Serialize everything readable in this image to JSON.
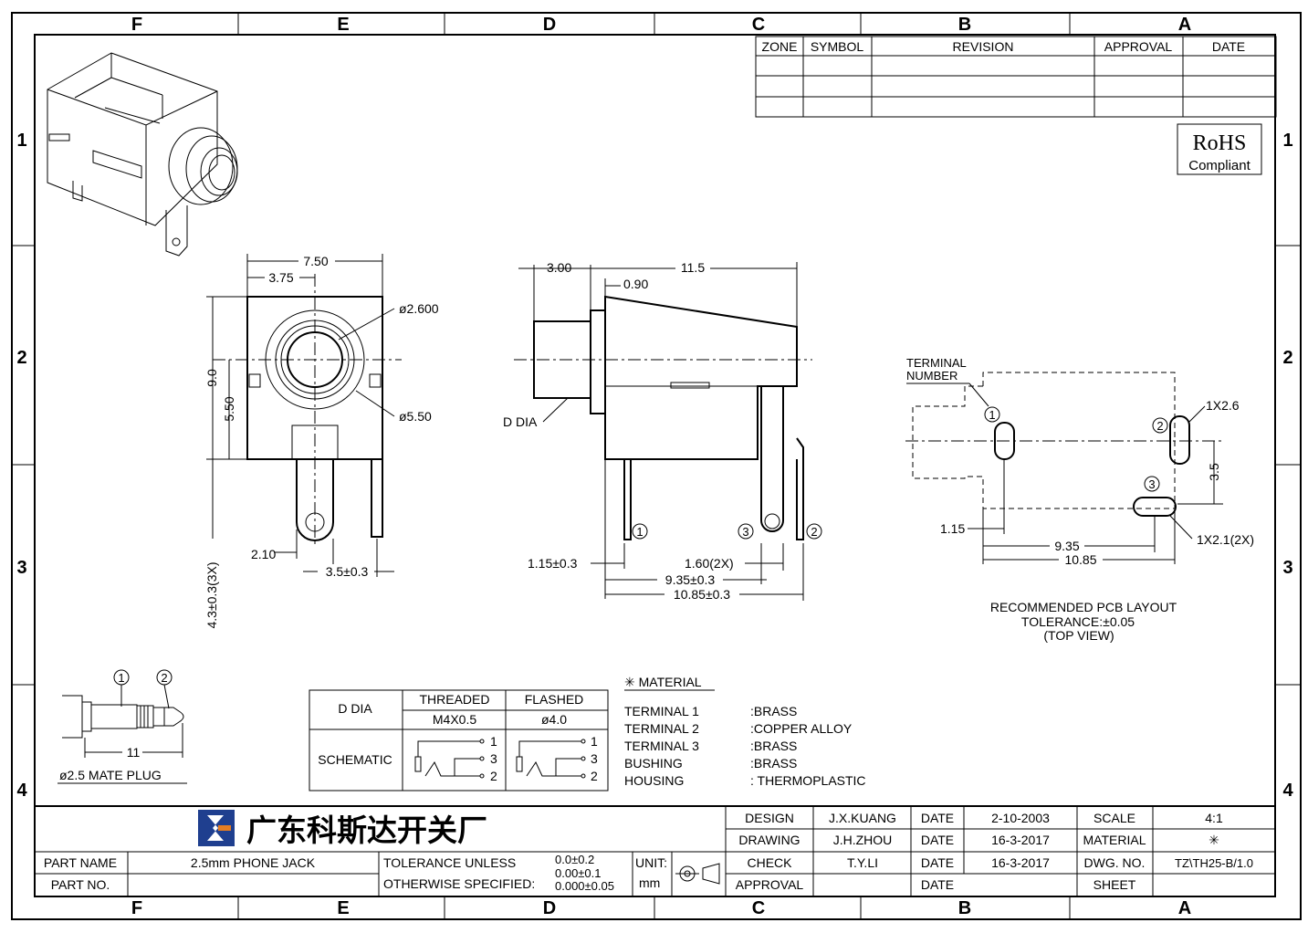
{
  "border": {
    "columns_top": [
      "F",
      "E",
      "D",
      "C",
      "B",
      "A"
    ],
    "columns_bottom": [
      "F",
      "E",
      "D",
      "C",
      "B",
      "A"
    ],
    "rows_left": [
      "1",
      "2",
      "3",
      "4"
    ],
    "rows_right": [
      "1",
      "2",
      "3",
      "4"
    ]
  },
  "revision_table": {
    "headers": [
      "ZONE",
      "SYMBOL",
      "REVISION",
      "APPROVAL",
      "DATE"
    ]
  },
  "rohs": {
    "line1": "RoHS",
    "line2": "Compliant"
  },
  "front_view": {
    "dim_width": "7.50",
    "dim_half_width": "3.75",
    "dim_height": "9.0",
    "dim_center_height": "5.50",
    "dim_inner_dia": "ø2.600",
    "dim_outer_dia": "ø5.50",
    "dim_pin_offset": "2.10",
    "dim_pin_spacing": "3.5±0.3",
    "dim_pin_length": "4.3±0.3(3X)"
  },
  "side_view": {
    "dim_bush_length": "3.00",
    "dim_flange": "0.90",
    "dim_body_length": "11.5",
    "label_d_dia": "D DIA",
    "pin1": "1",
    "pin2": "2",
    "pin3": "3",
    "dim_pin_thick": "1.15±0.3",
    "dim_pin_width": "1.60(2X)",
    "dim_pin3_pos": "9.35±0.3",
    "dim_pin2_pos": "10.85±0.3"
  },
  "pcb_layout": {
    "terminal_label_1": "TERMINAL",
    "terminal_label_2": "NUMBER",
    "pin1": "1",
    "pin2": "2",
    "pin3": "3",
    "slot_large": "1X2.6",
    "slot_small": "1X2.1(2X)",
    "dim_vertical": "3.5",
    "dim_left": "1.15",
    "dim_mid": "9.35",
    "dim_total": "10.85",
    "caption_1": "RECOMMENDED PCB LAYOUT",
    "caption_2": "TOLERANCE:±0.05",
    "caption_3": "(TOP VIEW)"
  },
  "mate_plug": {
    "pin1": "1",
    "pin2": "2",
    "dim_length": "11",
    "label": "ø2.5 MATE PLUG"
  },
  "dia_table": {
    "row1_label": "D DIA",
    "col_threaded": "THREADED",
    "col_flashed": "FLASHED",
    "threaded_value": "M4X0.5",
    "flashed_value": "ø4.0",
    "row2_label": "SCHEMATIC",
    "pins": [
      "1",
      "3",
      "2"
    ]
  },
  "material": {
    "title": "✳ MATERIAL",
    "items": [
      {
        "part": "TERMINAL  1",
        "value": ":BRASS"
      },
      {
        "part": "TERMINAL  2",
        "value": ":COPPER  ALLOY"
      },
      {
        "part": "TERMINAL  3",
        "value": ":BRASS"
      },
      {
        "part": "BUSHING",
        "value": ":BRASS"
      },
      {
        "part": "HOUSING",
        "value": ": THERMOPLASTIC"
      }
    ]
  },
  "title_block": {
    "company": "广东科斯达开关厂",
    "logo_color": "#1f3f8f",
    "logo_accent": "#e67e22",
    "part_name_label": "PART NAME",
    "part_name": "2.5mm  PHONE  JACK",
    "part_no_label": "PART NO.",
    "part_no": "",
    "tolerance_1": "TOLERANCE  UNLESS",
    "tolerance_2": "OTHERWISE  SPECIFIED:",
    "tol_a": "0.0±0.2",
    "tol_b": "0.00±0.1",
    "tol_c": "0.000±0.05",
    "unit_label": "UNIT:",
    "unit": "mm",
    "design_label": "DESIGN",
    "design_name": "J.X.KUANG",
    "design_date": "2-10-2003",
    "drawing_label": "DRAWING",
    "drawing_name": "J.H.ZHOU",
    "drawing_date": "16-3-2017",
    "check_label": "CHECK",
    "check_name": "T.Y.LI",
    "check_date": "16-3-2017",
    "approval_label": "APPROVAL",
    "approval_name": "",
    "date_label": "DATE",
    "scale_label": "SCALE",
    "scale": "4:1",
    "material_label": "MATERIAL",
    "material": "✳",
    "dwg_label": "DWG. NO.",
    "dwg_no": "TZ\\TH25-B/1.0",
    "sheet_label": "SHEET",
    "sheet": ""
  }
}
